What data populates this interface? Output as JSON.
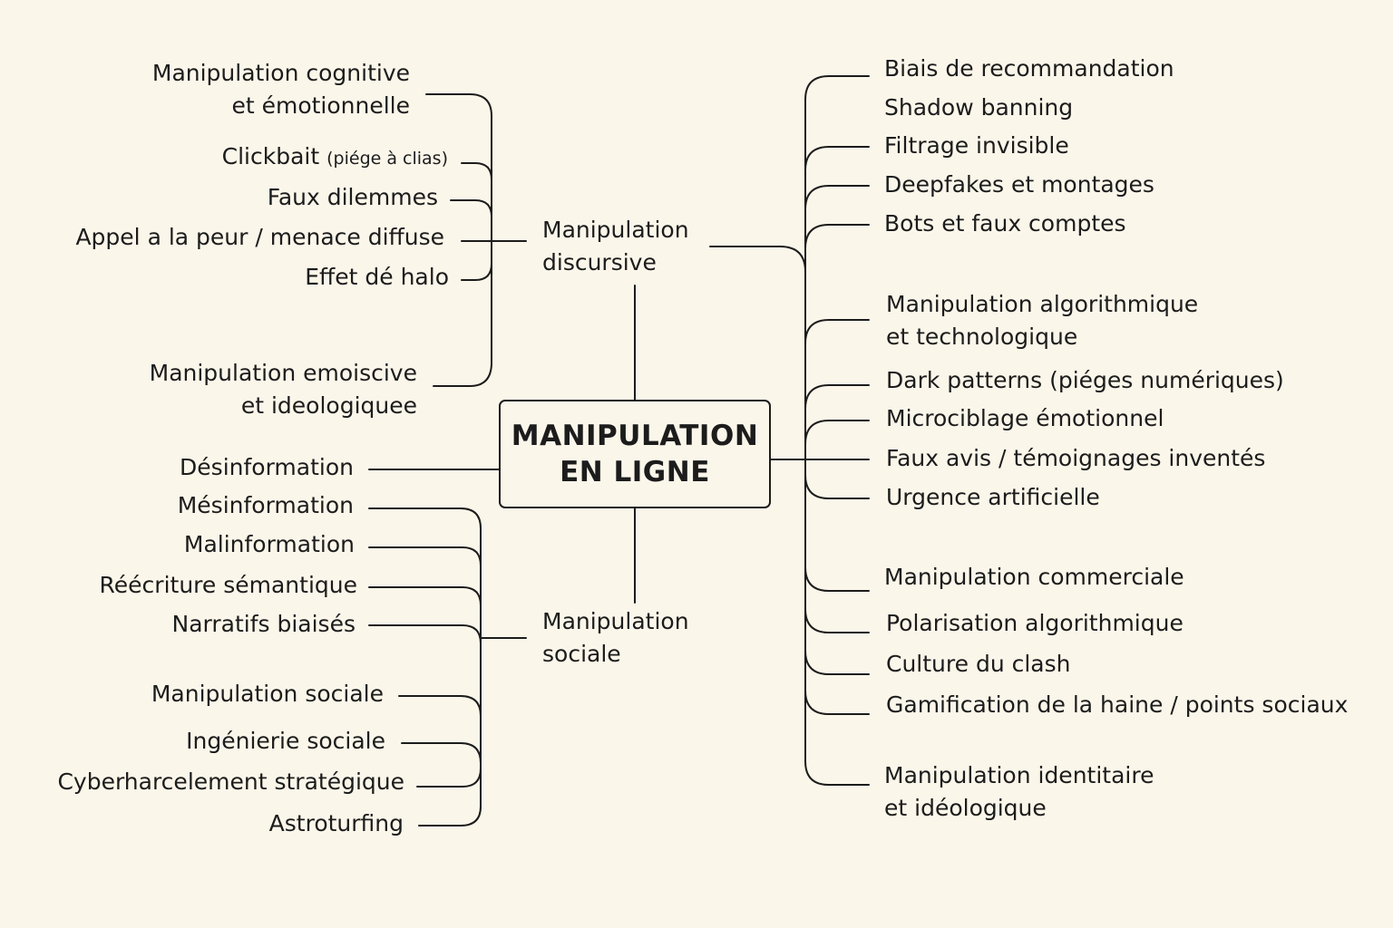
{
  "center": {
    "line1": "MANIPULATION",
    "line2": "EN LIGNE"
  },
  "hubs": {
    "discursive": {
      "line1": "Manipulation",
      "line2": "discursive"
    },
    "sociale": {
      "line1": "Manipulation",
      "line2": "sociale"
    }
  },
  "upper_left": {
    "item0": {
      "line1": "Manipulation cognitive",
      "line2": "et émotionnelle"
    },
    "item1": {
      "main": "Clickbait",
      "note": "(piége à clias)"
    },
    "item2": "Faux dilemmes",
    "item3": "Appel a la peur / menace diffuse",
    "item4": "Effet dé halo",
    "item5": {
      "line1": "Manipulation emoiscive",
      "line2": "et ideologiquee"
    }
  },
  "lower_left": {
    "desinformation": "Désinformation",
    "items": [
      "Mésinformation",
      "Malinformation",
      "Réécriture sémantique",
      "Narratifs biaisés",
      "Manipulation sociale",
      "Ingénierie sociale",
      "Cyberharcelement stratégique",
      "Astroturfing"
    ]
  },
  "right": {
    "item0": "Biais de recommandation",
    "item1": "Shadow banning",
    "item2": "Filtrage invisible",
    "item3": "Deepfakes et montages",
    "item4": "Bots et faux comptes",
    "item5": {
      "line1": "Manipulation algorithmique",
      "line2": "et technologique"
    },
    "item6": "Dark patterns (piéges numériques)",
    "item7": "Microciblage émotionnel",
    "item8": "Faux avis / témoignages inventés",
    "item9": "Urgence artificielle",
    "item10": "Manipulation commerciale",
    "item11": "Polarisation algorithmique",
    "item12": "Culture du clash",
    "item13": "Gamification de la haine / points sociaux",
    "item14": {
      "line1": "Manipulation identitaire",
      "line2": "et idéologique"
    }
  },
  "colors": {
    "background": "#fbf6ea",
    "ink": "#1c1c1c"
  }
}
